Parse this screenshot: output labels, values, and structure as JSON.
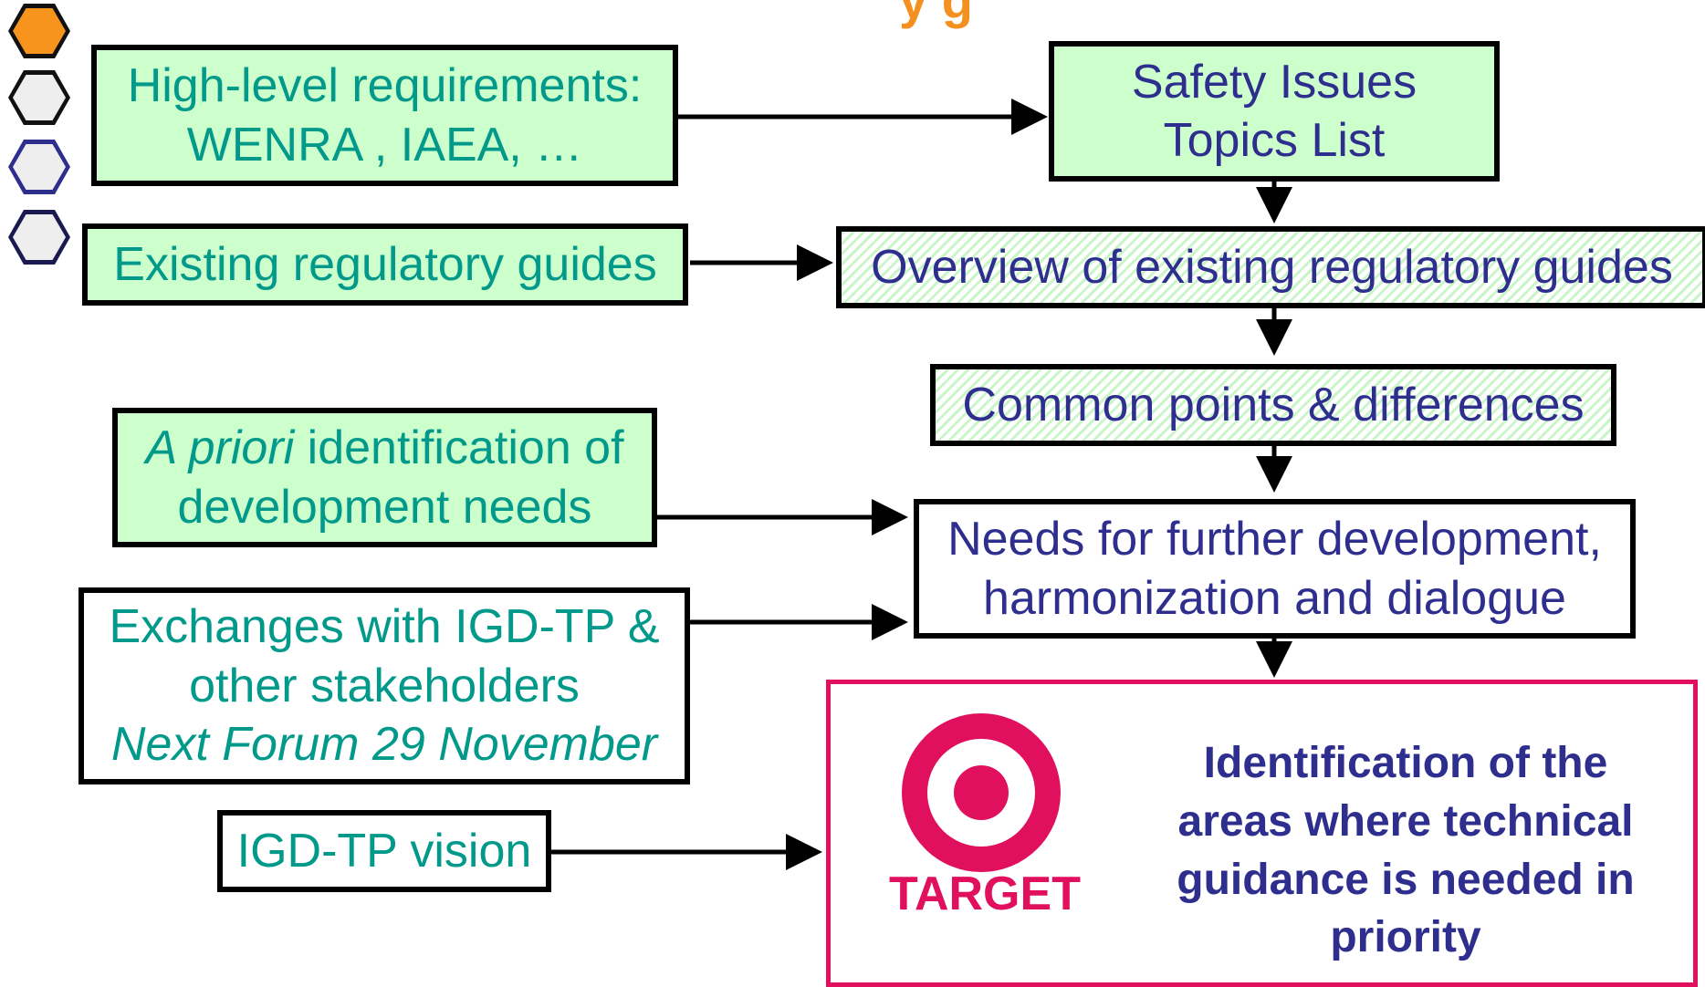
{
  "title_fragment": "y g",
  "boxes": {
    "high_level": {
      "lines": [
        "High-level requirements:",
        "WENRA , IAEA, …"
      ]
    },
    "existing_guides": {
      "label": "Existing regulatory guides"
    },
    "a_priori": {
      "italic": "A priori",
      "rest": " identification of",
      "line2": "development needs"
    },
    "exchanges": {
      "lines": [
        "Exchanges with IGD-TP &",
        "other stakeholders"
      ],
      "italic_line": "Next Forum 29 November"
    },
    "igd_vision": {
      "label": "IGD-TP vision"
    },
    "safety_issues": {
      "lines": [
        "Safety Issues",
        "Topics List"
      ]
    },
    "overview": {
      "label": "Overview of existing regulatory guides"
    },
    "common_points": {
      "label": "Common points & differences"
    },
    "needs": {
      "lines": [
        "Needs for further development,",
        "harmonization and dialogue"
      ]
    }
  },
  "target": {
    "label": "TARGET",
    "lines": [
      "Identification of the",
      "areas where technical",
      "guidance is needed in",
      "priority"
    ]
  },
  "colors": {
    "orange": "#f7941d",
    "teal_text": "#00998a",
    "navy_text": "#2e2e8f",
    "target_red": "#e0105e",
    "green_fill": "#ccffcc"
  }
}
